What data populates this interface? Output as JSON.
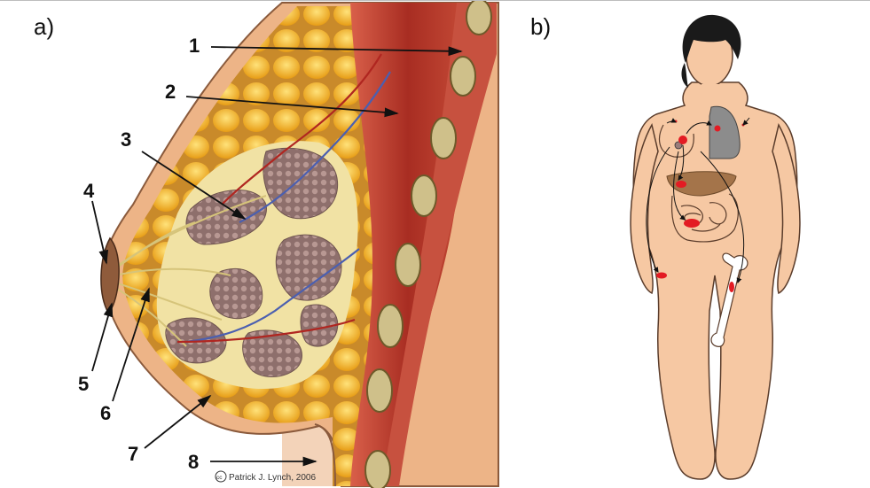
{
  "panels": {
    "a": {
      "label": "a)"
    },
    "b": {
      "label": "b)"
    }
  },
  "callouts": [
    "1",
    "2",
    "3",
    "4",
    "5",
    "6",
    "7",
    "8"
  ],
  "credit": {
    "symbol": "cc",
    "text": "Patrick J. Lynch, 2006"
  },
  "colors": {
    "skin": "#f6c8a3",
    "background_skin": "#f3d3b9",
    "fat": "#f2b22c",
    "muscle": "#b6392c",
    "lobule": "#9a7d7a",
    "metastasis": "#e31b23",
    "lung": "#8c8c8c",
    "liver": "#a4744a",
    "bone": "#ffffff",
    "hair": "#1a1a1a"
  }
}
